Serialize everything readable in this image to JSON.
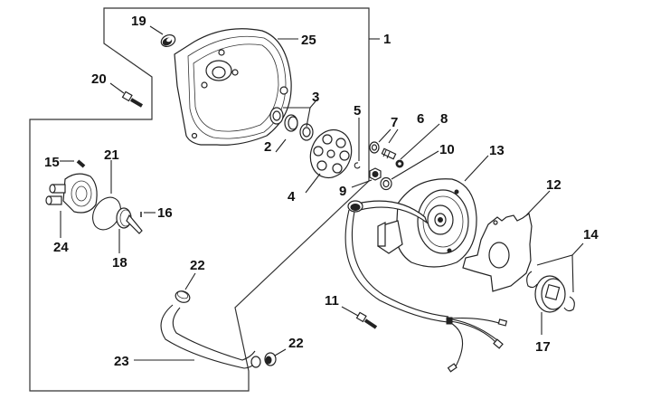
{
  "diagram": {
    "title": "Water pump / flywheel magneto exploded parts diagram",
    "background": "#ffffff",
    "line_color": "#222222",
    "callouts": [
      {
        "id": "c1",
        "label": "1",
        "part": "assembly-group"
      },
      {
        "id": "c2",
        "label": "2",
        "part": "seal-ring"
      },
      {
        "id": "c3",
        "label": "3",
        "part": "bearing-pair"
      },
      {
        "id": "c4",
        "label": "4",
        "part": "impeller-disc"
      },
      {
        "id": "c5",
        "label": "5",
        "part": "clip"
      },
      {
        "id": "c6",
        "label": "6",
        "part": "stud-bolt"
      },
      {
        "id": "c7",
        "label": "7",
        "part": "nut"
      },
      {
        "id": "c8",
        "label": "8",
        "part": "washer-small"
      },
      {
        "id": "c9",
        "label": "9",
        "part": "hex-nut"
      },
      {
        "id": "c10",
        "label": "10",
        "part": "washer"
      },
      {
        "id": "c11",
        "label": "11",
        "part": "bolt"
      },
      {
        "id": "c12",
        "label": "12",
        "part": "stator-plate"
      },
      {
        "id": "c13",
        "label": "13",
        "part": "flywheel-magneto"
      },
      {
        "id": "c14",
        "label": "14",
        "part": "circlip-pair"
      },
      {
        "id": "c15",
        "label": "15",
        "part": "screw"
      },
      {
        "id": "c16",
        "label": "16",
        "part": "pin"
      },
      {
        "id": "c17",
        "label": "17",
        "part": "drive-coupling"
      },
      {
        "id": "c18",
        "label": "18",
        "part": "pump-shaft"
      },
      {
        "id": "c19",
        "label": "19",
        "part": "oil-seal"
      },
      {
        "id": "c20",
        "label": "20",
        "part": "bolt"
      },
      {
        "id": "c21",
        "label": "21",
        "part": "o-ring"
      },
      {
        "id": "c22a",
        "label": "22",
        "part": "hose-clamp-upper"
      },
      {
        "id": "c22b",
        "label": "22",
        "part": "hose-clamp-lower"
      },
      {
        "id": "c23",
        "label": "23",
        "part": "water-hose"
      },
      {
        "id": "c24",
        "label": "24",
        "part": "pump-cover"
      },
      {
        "id": "c25",
        "label": "25",
        "part": "housing-cover"
      }
    ]
  }
}
